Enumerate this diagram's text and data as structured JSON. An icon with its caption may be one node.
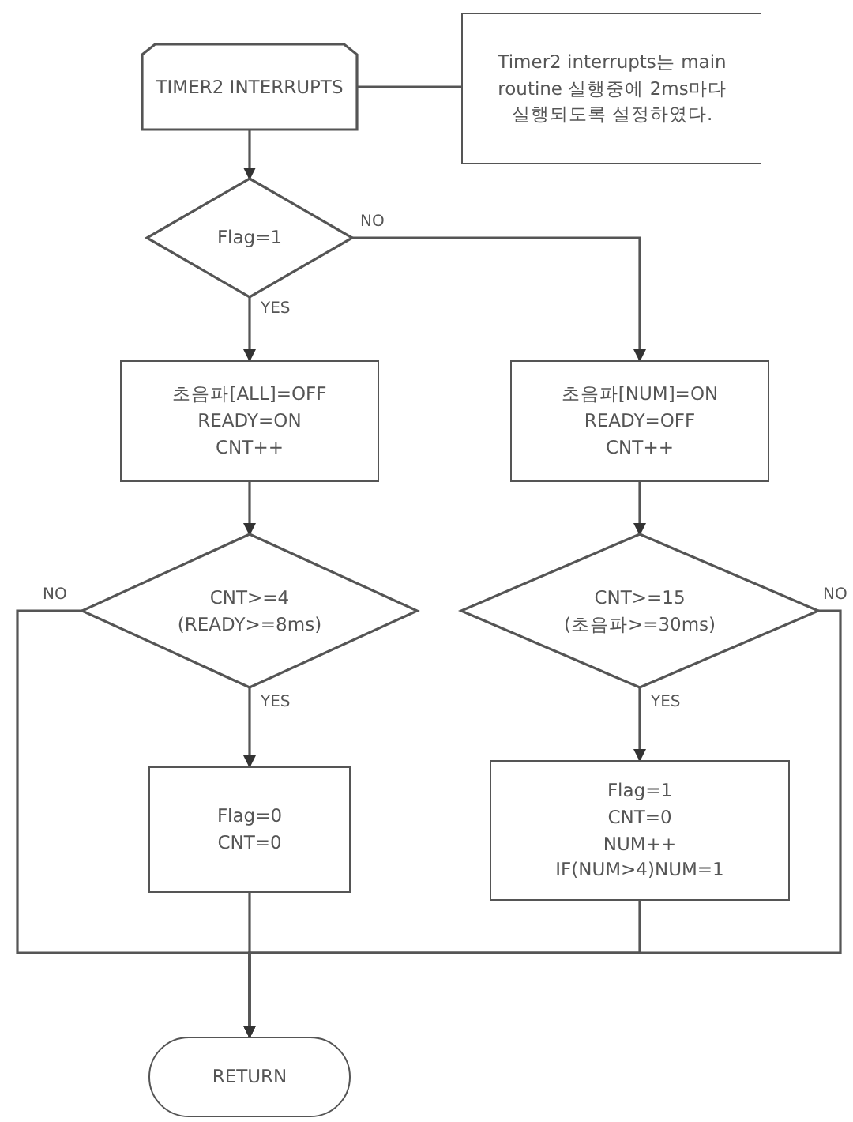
{
  "diagram": {
    "nodes": [
      {
        "text": [
          "TIMER2 INTERRUPTS"
        ]
      },
      {
        "text": [
          "Timer2 interrupts는 main routine 실행중에 2ms마다 실행되도록 설정하였다."
        ]
      },
      {
        "text": [
          "Flag=1"
        ]
      },
      {
        "text": [
          "초음파[ALL]=OFF",
          "READY=ON",
          "CNT++"
        ]
      },
      {
        "text": [
          "초음파[NUM]=ON",
          "READY=OFF",
          "CNT++"
        ]
      },
      {
        "text": [
          "CNT>=4",
          "(READY>=8ms)"
        ]
      },
      {
        "text": [
          "CNT>=15",
          "(초음파>=30ms)"
        ]
      },
      {
        "text": [
          "Flag=0",
          "CNT=0"
        ]
      },
      {
        "text": [
          "Flag=1",
          "CNT=0",
          "NUM++",
          "IF(NUM>4)NUM=1"
        ]
      },
      {
        "text": [
          "RETURN"
        ]
      }
    ],
    "edges": [
      {
        "from": 0,
        "to": 1,
        "arrow": "none"
      },
      {
        "from": 0,
        "to": 2,
        "arrow": "to"
      },
      {
        "from": 2,
        "to": 3,
        "arrow": "to",
        "label": "YES"
      },
      {
        "from": 2,
        "to": 4,
        "arrow": "to",
        "label": "NO"
      },
      {
        "from": 3,
        "to": 5,
        "arrow": "to"
      },
      {
        "from": 4,
        "to": 6,
        "arrow": "to"
      },
      {
        "from": 5,
        "to": 7,
        "arrow": "to",
        "label": "YES"
      },
      {
        "from": 6,
        "to": 8,
        "arrow": "to",
        "label": "YES"
      },
      {
        "from": 5,
        "to": 9,
        "arrow": "to",
        "label": "NO"
      },
      {
        "from": 7,
        "to": 9,
        "arrow": "to"
      },
      {
        "from": 8,
        "to": 9,
        "arrow": "to"
      },
      {
        "from": 6,
        "to": 9,
        "arrow": "to",
        "label": "NO"
      }
    ]
  }
}
